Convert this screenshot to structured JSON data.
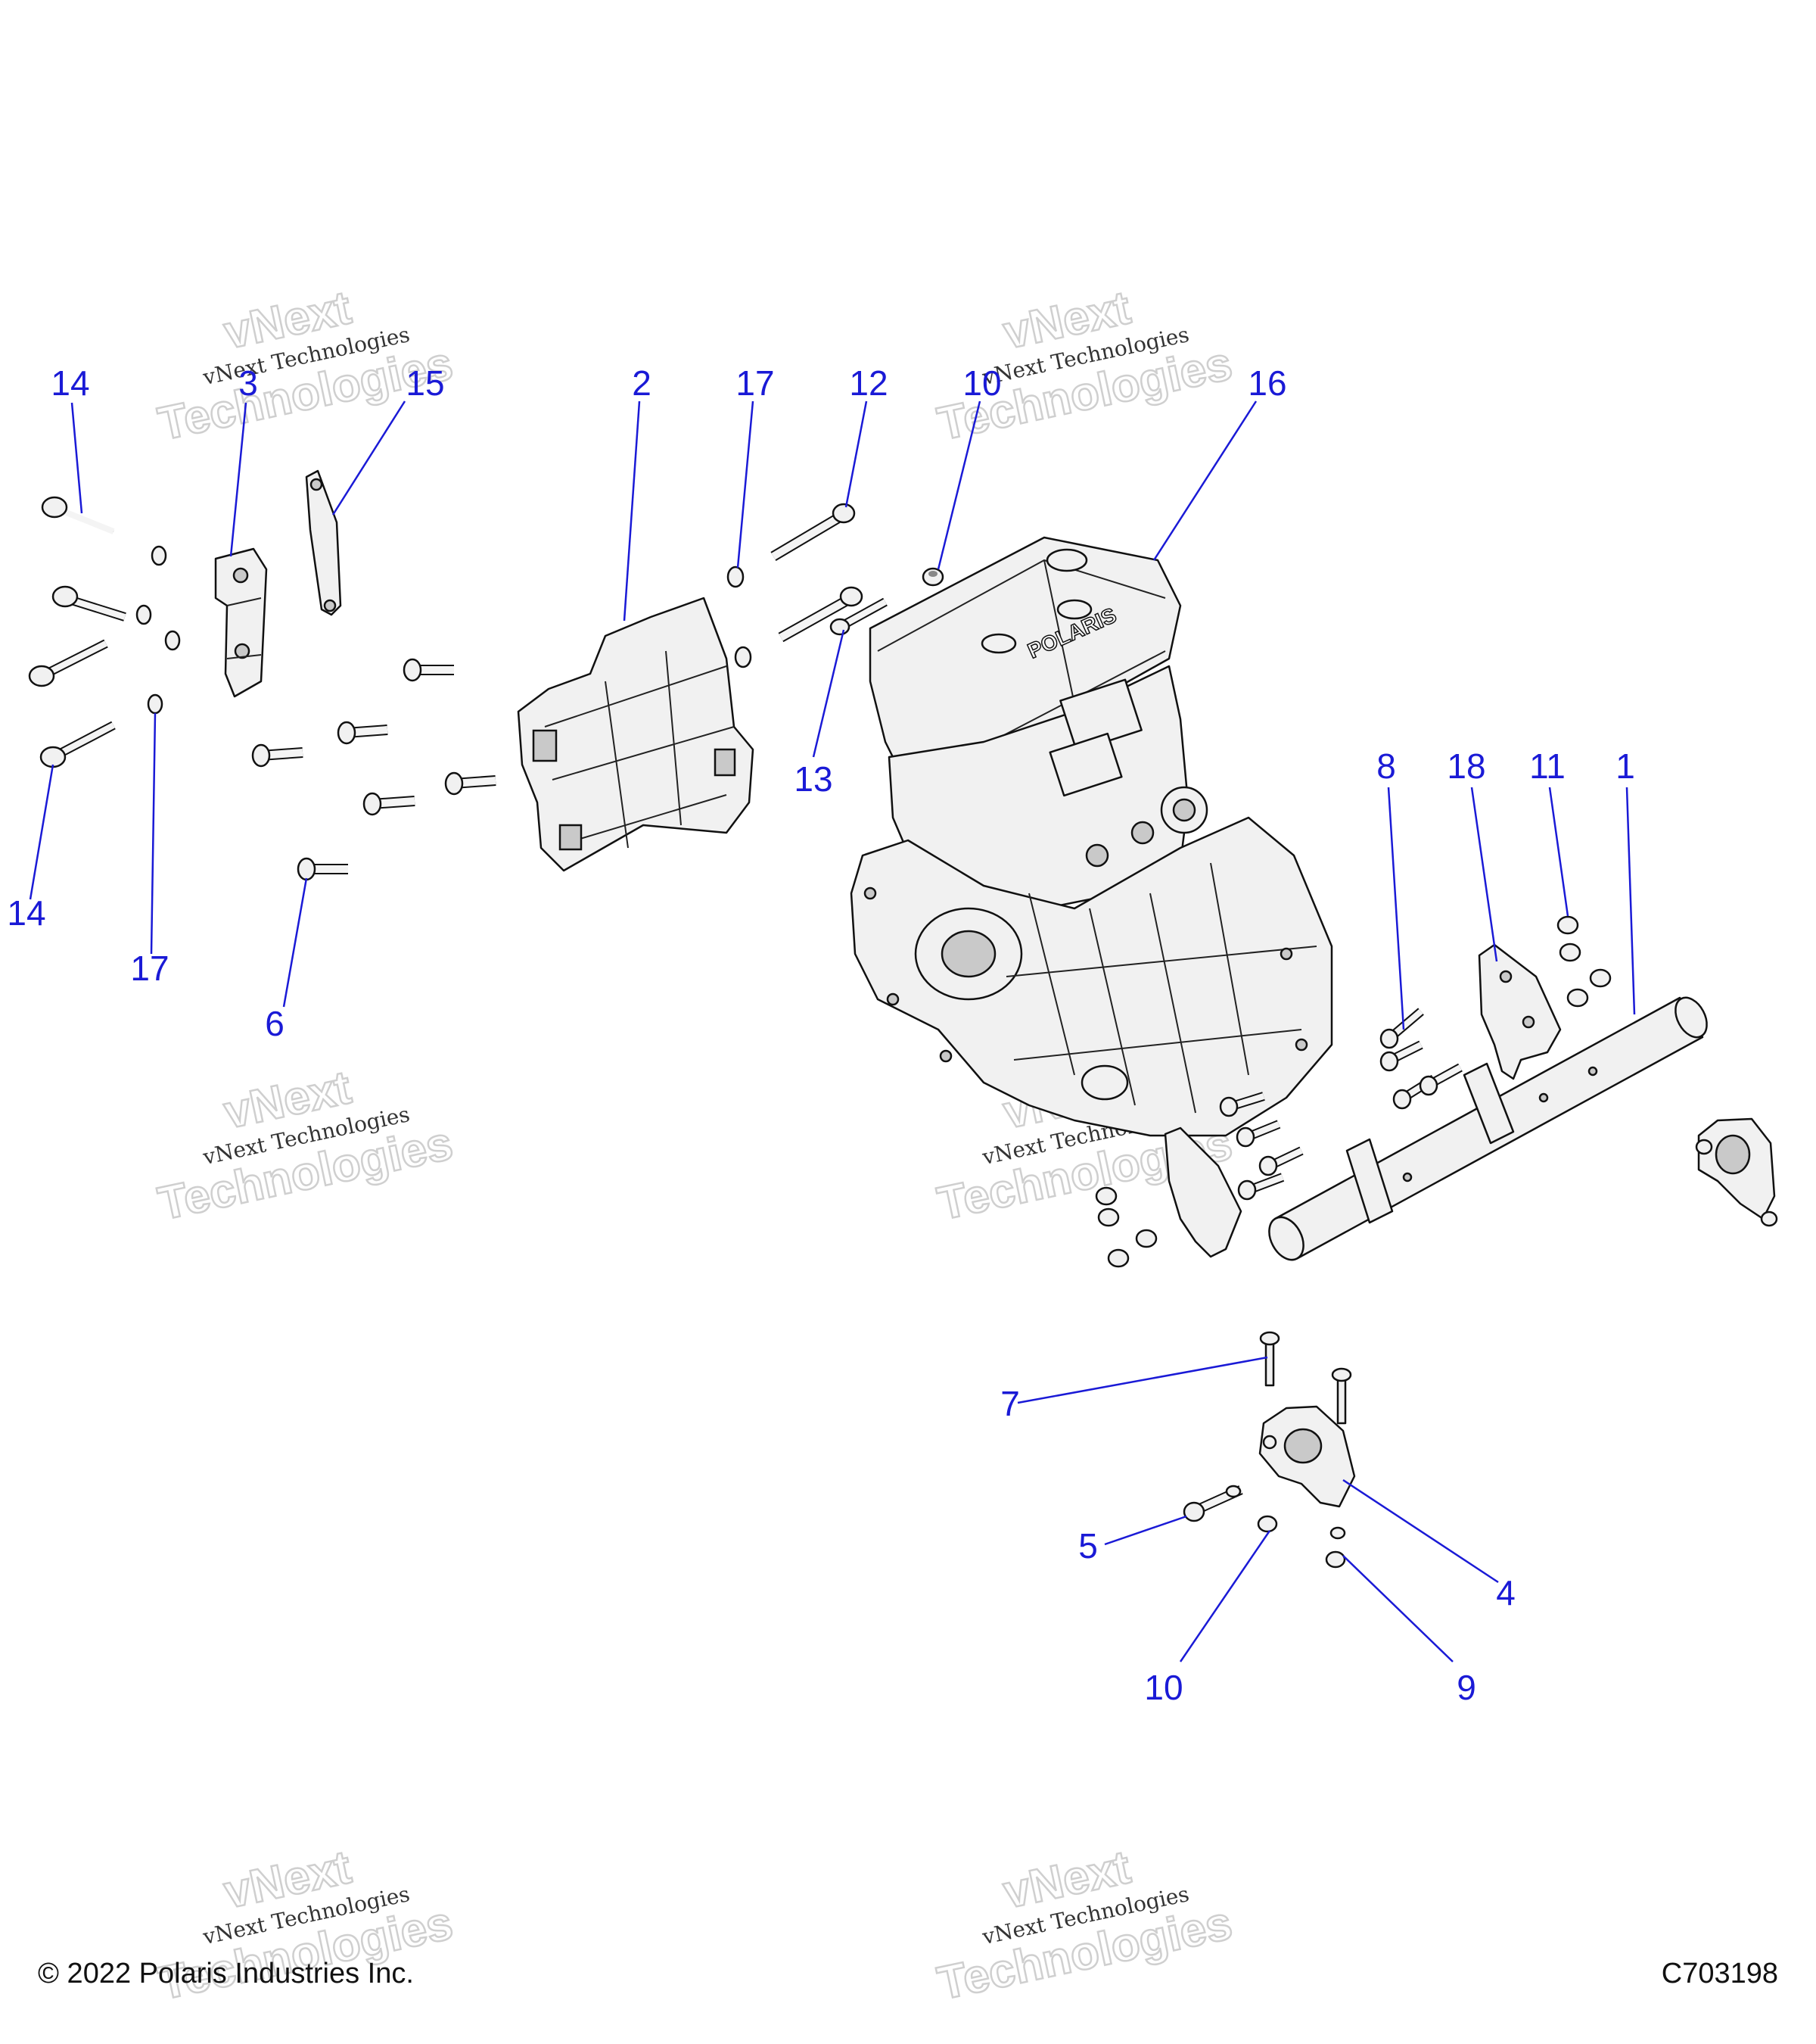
{
  "diagram": {
    "callouts": [
      {
        "id": "c14a",
        "label": "14"
      },
      {
        "id": "c3",
        "label": "3"
      },
      {
        "id": "c15",
        "label": "15"
      },
      {
        "id": "c2",
        "label": "2"
      },
      {
        "id": "c17a",
        "label": "17"
      },
      {
        "id": "c12",
        "label": "12"
      },
      {
        "id": "c10a",
        "label": "10"
      },
      {
        "id": "c16",
        "label": "16"
      },
      {
        "id": "c13",
        "label": "13"
      },
      {
        "id": "c14b",
        "label": "14"
      },
      {
        "id": "c17b",
        "label": "17"
      },
      {
        "id": "c6",
        "label": "6"
      },
      {
        "id": "c8",
        "label": "8"
      },
      {
        "id": "c18",
        "label": "18"
      },
      {
        "id": "c11",
        "label": "11"
      },
      {
        "id": "c1",
        "label": "1"
      },
      {
        "id": "c7",
        "label": "7"
      },
      {
        "id": "c5",
        "label": "5"
      },
      {
        "id": "c4",
        "label": "4"
      },
      {
        "id": "c10b",
        "label": "10"
      },
      {
        "id": "c9",
        "label": "9"
      }
    ],
    "watermark": {
      "line_top": "vNext",
      "line_mid": "vNext Technologies",
      "line_big": "Technologies"
    },
    "engine_logo_text": "POLARIS"
  },
  "footer": {
    "copyright": "© 2022 Polaris Industries Inc.",
    "drawing_number": "C703198"
  }
}
